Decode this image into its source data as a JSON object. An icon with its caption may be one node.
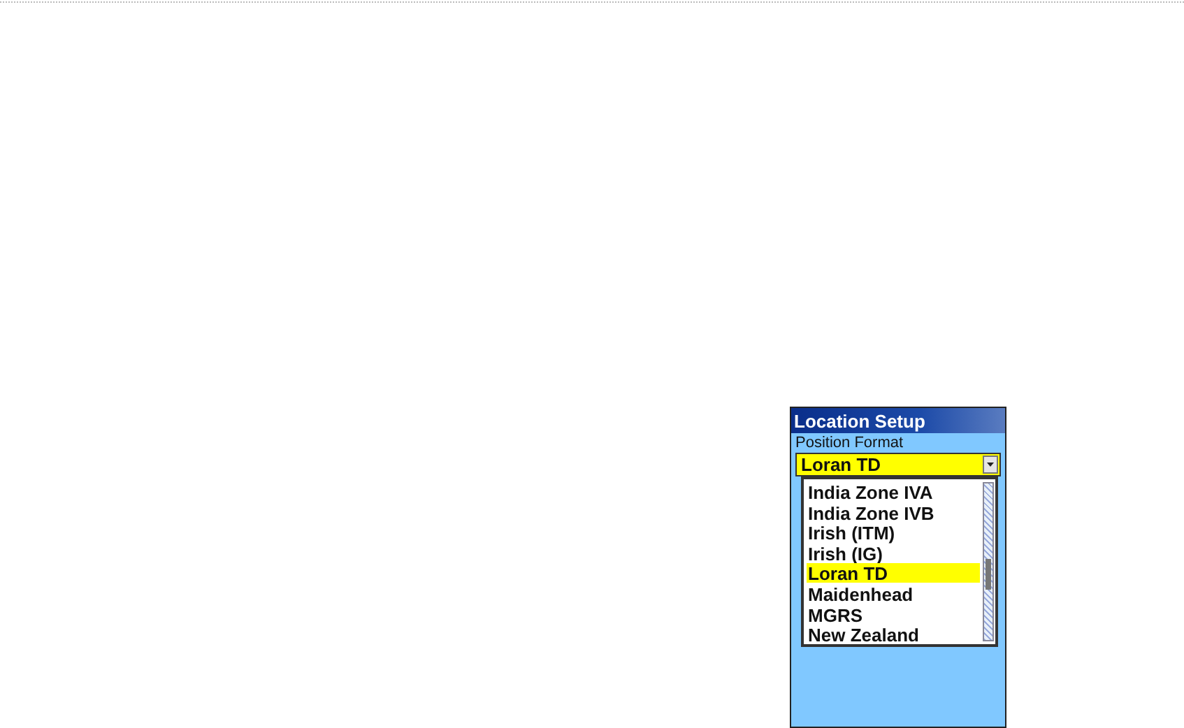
{
  "diagram": {
    "title": "Location Setup",
    "labels": [
      "Position Format",
      "Loran TD",
      "India Zone IVA",
      "India Zone IVB",
      "Irish (ITM)",
      "Irish (IG)",
      "Loran TD",
      "Maidenhead",
      "MGRS",
      "New Zealand"
    ]
  }
}
